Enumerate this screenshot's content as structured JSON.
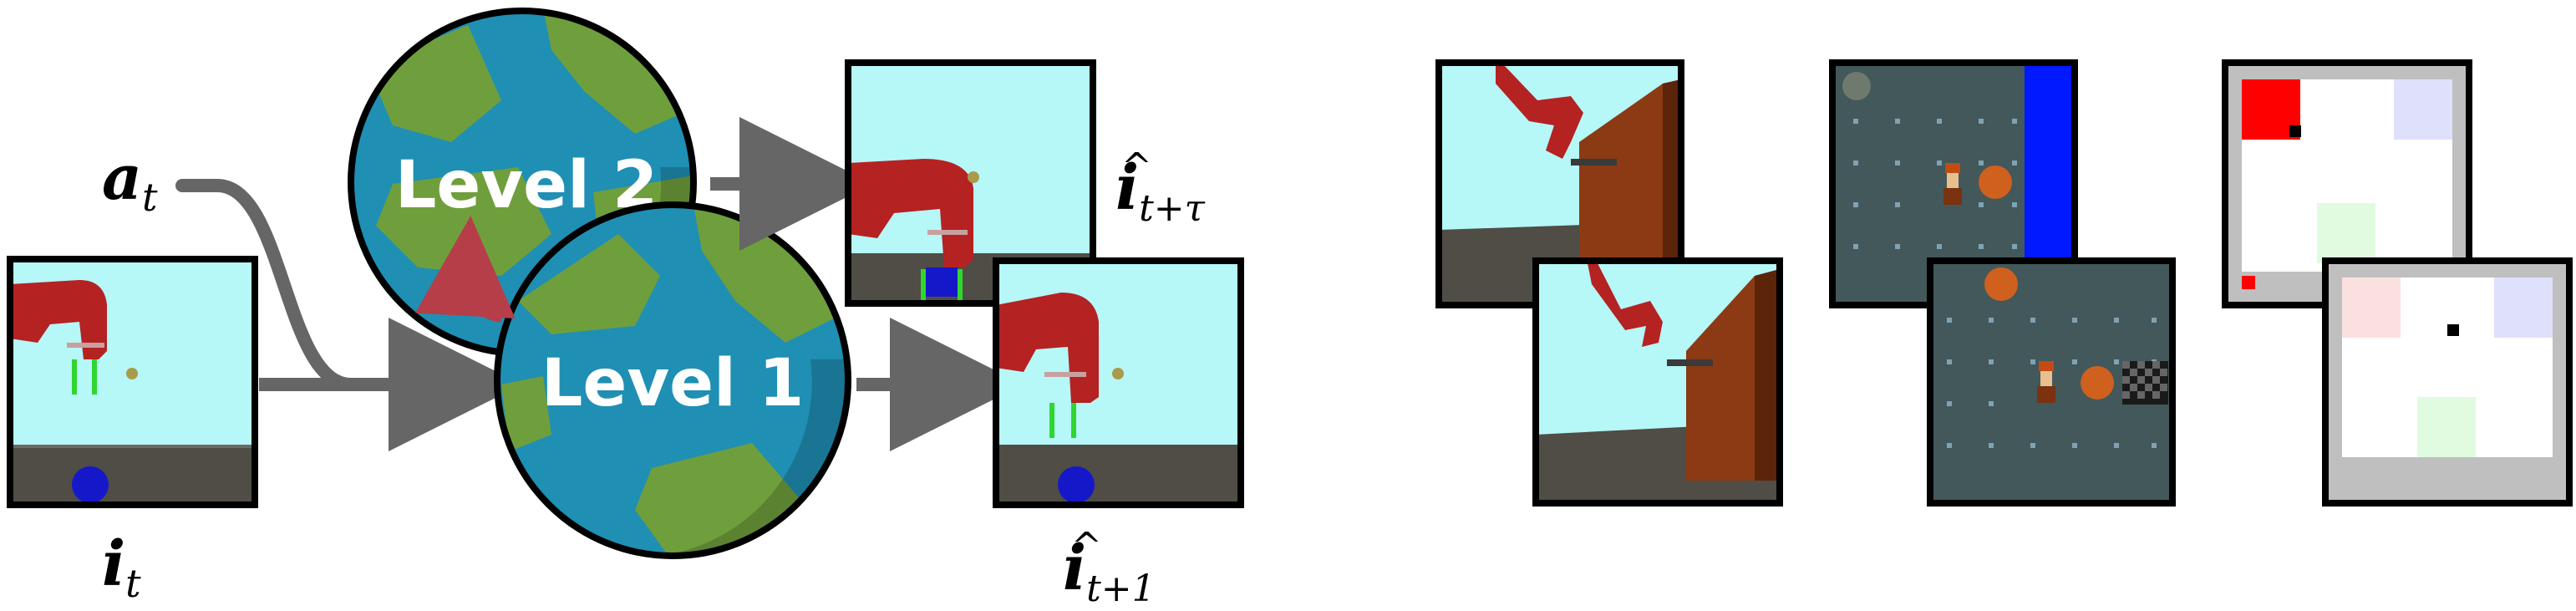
{
  "left_panel": {
    "action_label": {
      "base": "a",
      "sub": "t"
    },
    "input_label": {
      "base": "i",
      "sub": "t"
    },
    "output_long_label": {
      "hat": "^",
      "base": "i",
      "sub": "t+τ"
    },
    "output_short_label": {
      "hat": "^",
      "base": "i",
      "sub": "t+1"
    },
    "level_upper": "Level 2",
    "level_lower": "Level 1"
  },
  "colors": {
    "sky": "#b6f7f8",
    "floor": "#4f4d45",
    "robot_red": "#b52222",
    "ball_blue": "#1518c9",
    "ocean": "#1f8fb4",
    "land": "#6f9f3c",
    "arrow_gray": "#666666",
    "feedback_arrow": "#b53e48",
    "game_bg": "#43585a",
    "game_wall": "#0019ff",
    "grid_red": "#ff0000",
    "grid_frame": "#bfbfbf"
  },
  "icons": {
    "planet": "earth-icon",
    "arrow": "arrow-right-icon",
    "feedback": "curved-arrow-icon"
  }
}
